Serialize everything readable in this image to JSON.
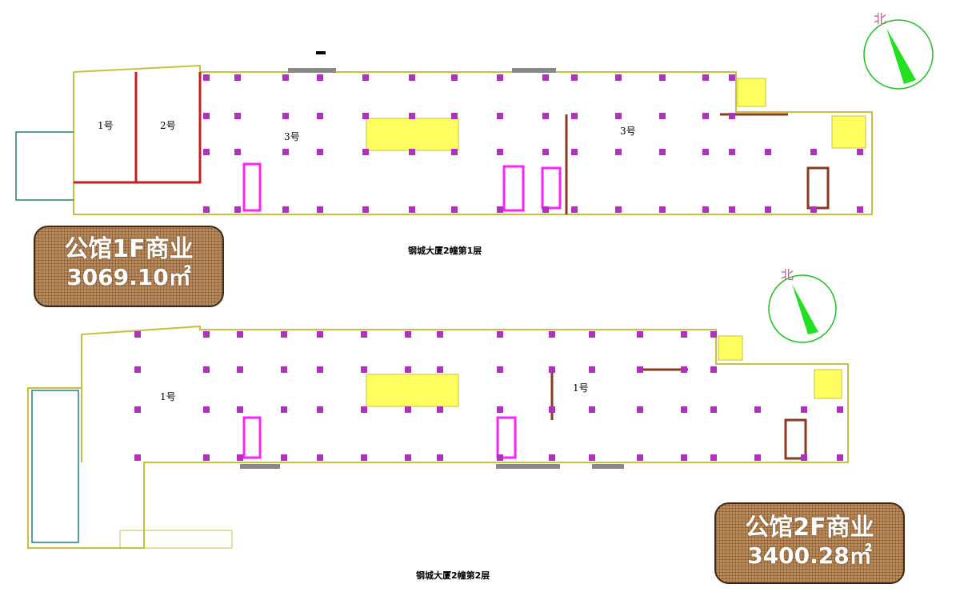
{
  "floor1": {
    "badge_title": "公馆1F商业",
    "badge_area": "3069.10㎡",
    "caption": "钢城大厦2幢第1层",
    "north_label": "北",
    "rooms": [
      "1号",
      "2号",
      "3号",
      "3号"
    ]
  },
  "floor2": {
    "badge_title": "公馆2F商业",
    "badge_area": "3400.28㎡",
    "caption": "钢城大厦2幢第2层",
    "north_label": "北",
    "rooms": [
      "1号",
      "1号"
    ]
  },
  "colors": {
    "wall": "#c8c040",
    "column": "#b030c0",
    "unit_boundary": "#c02020",
    "north_arrow": "#20c020",
    "stair_fill": "#ffff60"
  }
}
